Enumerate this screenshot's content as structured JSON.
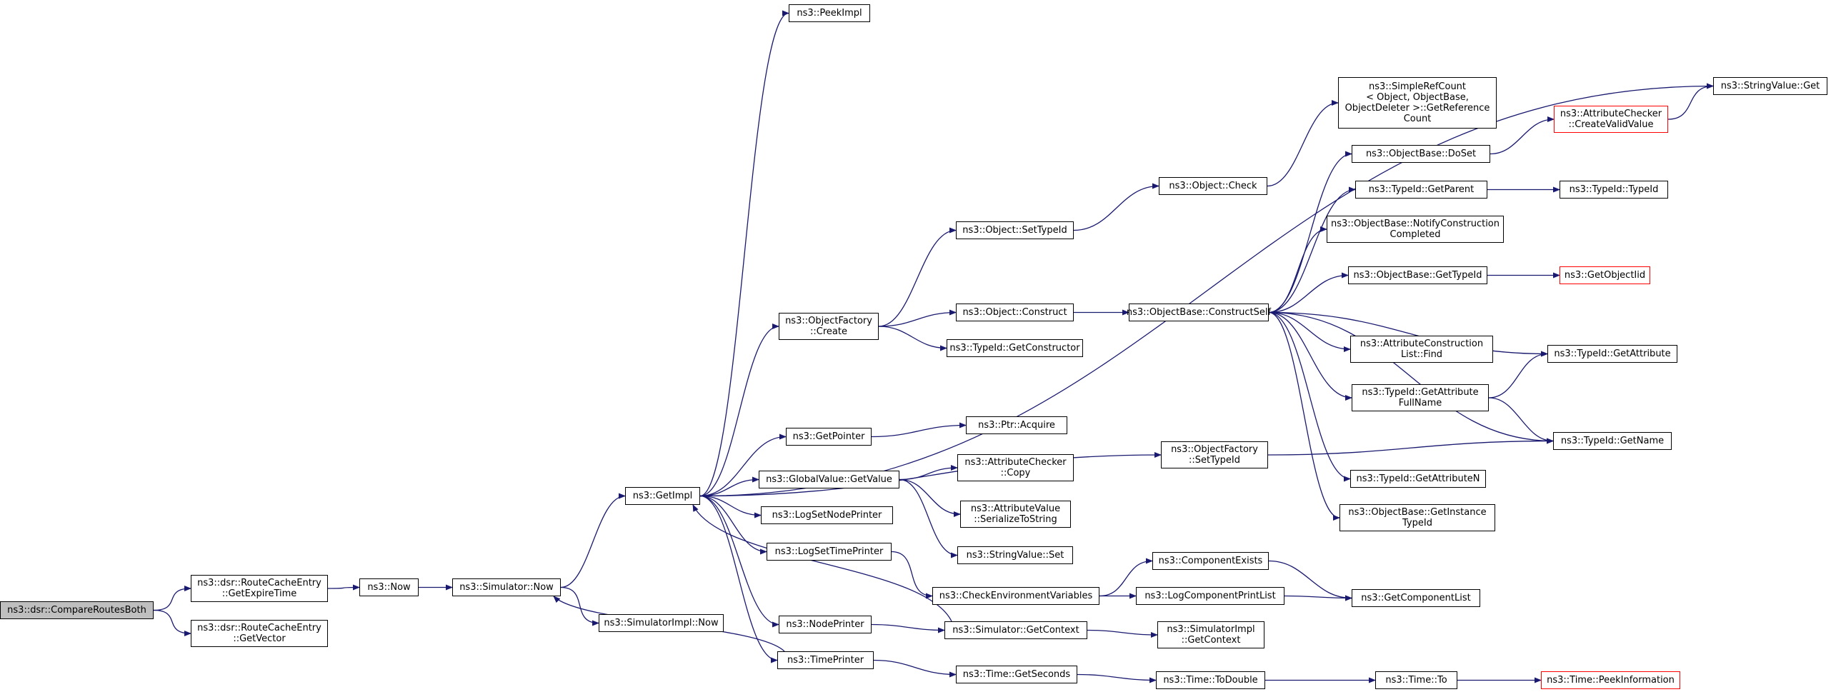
{
  "colors": {
    "edge": "#191970",
    "node_border": "#000000",
    "truncated_border": "#ff0000",
    "root_fill": "#bfbfbf"
  },
  "nodes": [
    {
      "id": "compare",
      "label": "ns3::dsr::CompareRoutesBoth",
      "style": "root"
    },
    {
      "id": "getexpire",
      "label": "ns3::dsr::RouteCacheEntry\n::GetExpireTime",
      "style": "normal"
    },
    {
      "id": "getvector",
      "label": "ns3::dsr::RouteCacheEntry\n::GetVector",
      "style": "normal"
    },
    {
      "id": "now",
      "label": "ns3::Now",
      "style": "normal"
    },
    {
      "id": "simnow",
      "label": "ns3::Simulator::Now",
      "style": "normal"
    },
    {
      "id": "simimplnow",
      "label": "ns3::SimulatorImpl::Now",
      "style": "normal"
    },
    {
      "id": "getimpl",
      "label": "ns3::GetImpl",
      "style": "normal"
    },
    {
      "id": "peekimpl",
      "label": "ns3::PeekImpl",
      "style": "normal"
    },
    {
      "id": "stringget",
      "label": "ns3::StringValue::Get",
      "style": "normal"
    },
    {
      "id": "ofcreate",
      "label": "ns3::ObjectFactory\n::Create",
      "style": "normal"
    },
    {
      "id": "objsettypeid",
      "label": "ns3::Object::SetTypeId",
      "style": "normal"
    },
    {
      "id": "objcheck",
      "label": "ns3::Object::Check",
      "style": "normal"
    },
    {
      "id": "simplerefcount",
      "label": "ns3::SimpleRefCount\n< Object, ObjectBase,\nObjectDeleter >::GetReference\nCount",
      "style": "normal"
    },
    {
      "id": "objconstruct",
      "label": "ns3::Object::Construct",
      "style": "normal"
    },
    {
      "id": "getconstructor",
      "label": "ns3::TypeId::GetConstructor",
      "style": "normal"
    },
    {
      "id": "constructself",
      "label": "ns3::ObjectBase::ConstructSelf",
      "style": "normal"
    },
    {
      "id": "doset",
      "label": "ns3::ObjectBase::DoSet",
      "style": "normal"
    },
    {
      "id": "createvalid",
      "label": "ns3::AttributeChecker\n::CreateValidValue",
      "style": "truncated"
    },
    {
      "id": "getparent",
      "label": "ns3::TypeId::GetParent",
      "style": "normal"
    },
    {
      "id": "typeidtypeid",
      "label": "ns3::TypeId::TypeId",
      "style": "normal"
    },
    {
      "id": "notifyconst",
      "label": "ns3::ObjectBase::NotifyConstruction\nCompleted",
      "style": "normal"
    },
    {
      "id": "obgettypeid",
      "label": "ns3::ObjectBase::GetTypeId",
      "style": "normal"
    },
    {
      "id": "getobjectiid",
      "label": "ns3::GetObjectIid",
      "style": "truncated"
    },
    {
      "id": "attrconstfind",
      "label": "ns3::AttributeConstruction\nList::Find",
      "style": "normal"
    },
    {
      "id": "getattribute",
      "label": "ns3::TypeId::GetAttribute",
      "style": "normal"
    },
    {
      "id": "getattrfull",
      "label": "ns3::TypeId::GetAttribute\nFullName",
      "style": "normal"
    },
    {
      "id": "getname",
      "label": "ns3::TypeId::GetName",
      "style": "normal"
    },
    {
      "id": "getattrn",
      "label": "ns3::TypeId::GetAttributeN",
      "style": "normal"
    },
    {
      "id": "getinstance",
      "label": "ns3::ObjectBase::GetInstance\nTypeId",
      "style": "normal"
    },
    {
      "id": "getpointer",
      "label": "ns3::GetPointer",
      "style": "normal"
    },
    {
      "id": "ptracquire",
      "label": "ns3::Ptr::Acquire",
      "style": "normal"
    },
    {
      "id": "ofsettypeid",
      "label": "ns3::ObjectFactory\n::SetTypeId",
      "style": "normal"
    },
    {
      "id": "gvgetvalue",
      "label": "ns3::GlobalValue::GetValue",
      "style": "normal"
    },
    {
      "id": "accopy",
      "label": "ns3::AttributeChecker\n::Copy",
      "style": "normal"
    },
    {
      "id": "avserialize",
      "label": "ns3::AttributeValue\n::SerializeToString",
      "style": "normal"
    },
    {
      "id": "stringset",
      "label": "ns3::StringValue::Set",
      "style": "normal"
    },
    {
      "id": "lognodeprinter",
      "label": "ns3::LogSetNodePrinter",
      "style": "normal"
    },
    {
      "id": "logtimeprinter",
      "label": "ns3::LogSetTimePrinter",
      "style": "normal"
    },
    {
      "id": "checkenv",
      "label": "ns3::CheckEnvironmentVariables",
      "style": "normal"
    },
    {
      "id": "compexists",
      "label": "ns3::ComponentExists",
      "style": "normal"
    },
    {
      "id": "logcompprint",
      "label": "ns3::LogComponentPrintList",
      "style": "normal"
    },
    {
      "id": "getcomplist",
      "label": "ns3::GetComponentList",
      "style": "normal"
    },
    {
      "id": "nodeprinter",
      "label": "ns3::NodePrinter",
      "style": "normal"
    },
    {
      "id": "simgetcontext",
      "label": "ns3::Simulator::GetContext",
      "style": "normal"
    },
    {
      "id": "simimplgetcontext",
      "label": "ns3::SimulatorImpl\n::GetContext",
      "style": "normal"
    },
    {
      "id": "timeprinter",
      "label": "ns3::TimePrinter",
      "style": "normal"
    },
    {
      "id": "getseconds",
      "label": "ns3::Time::GetSeconds",
      "style": "normal"
    },
    {
      "id": "todouble",
      "label": "ns3::Time::ToDouble",
      "style": "normal"
    },
    {
      "id": "timeto",
      "label": "ns3::Time::To",
      "style": "normal"
    },
    {
      "id": "peekinfo",
      "label": "ns3::Time::PeekInformation",
      "style": "truncated"
    }
  ],
  "edges": [
    [
      "compare",
      "getexpire"
    ],
    [
      "compare",
      "getvector"
    ],
    [
      "getexpire",
      "now"
    ],
    [
      "now",
      "simnow"
    ],
    [
      "simnow",
      "getimpl"
    ],
    [
      "simnow",
      "simimplnow"
    ],
    [
      "getimpl",
      "peekimpl"
    ],
    [
      "getimpl",
      "stringget"
    ],
    [
      "getimpl",
      "ofcreate"
    ],
    [
      "getimpl",
      "getpointer"
    ],
    [
      "getimpl",
      "ofsettypeid"
    ],
    [
      "getimpl",
      "gvgetvalue"
    ],
    [
      "getimpl",
      "lognodeprinter"
    ],
    [
      "getimpl",
      "logtimeprinter"
    ],
    [
      "getimpl",
      "nodeprinter"
    ],
    [
      "getimpl",
      "timeprinter"
    ],
    [
      "ofcreate",
      "objsettypeid"
    ],
    [
      "ofcreate",
      "objconstruct"
    ],
    [
      "ofcreate",
      "getconstructor"
    ],
    [
      "objsettypeid",
      "objcheck"
    ],
    [
      "objcheck",
      "simplerefcount"
    ],
    [
      "objconstruct",
      "constructself"
    ],
    [
      "constructself",
      "doset"
    ],
    [
      "constructself",
      "getparent"
    ],
    [
      "constructself",
      "notifyconst"
    ],
    [
      "constructself",
      "obgettypeid"
    ],
    [
      "constructself",
      "attrconstfind"
    ],
    [
      "constructself",
      "getattribute"
    ],
    [
      "constructself",
      "getattrfull"
    ],
    [
      "constructself",
      "getname"
    ],
    [
      "constructself",
      "getattrn"
    ],
    [
      "constructself",
      "getinstance"
    ],
    [
      "doset",
      "createvalid"
    ],
    [
      "createvalid",
      "stringget"
    ],
    [
      "getparent",
      "typeidtypeid"
    ],
    [
      "obgettypeid",
      "getobjectiid"
    ],
    [
      "getattrfull",
      "getattribute"
    ],
    [
      "getattrfull",
      "getname"
    ],
    [
      "ofsettypeid",
      "getname"
    ],
    [
      "getpointer",
      "ptracquire"
    ],
    [
      "gvgetvalue",
      "accopy"
    ],
    [
      "gvgetvalue",
      "avserialize"
    ],
    [
      "gvgetvalue",
      "stringset"
    ],
    [
      "logtimeprinter",
      "checkenv"
    ],
    [
      "checkenv",
      "compexists"
    ],
    [
      "checkenv",
      "logcompprint"
    ],
    [
      "compexists",
      "getcomplist"
    ],
    [
      "logcompprint",
      "getcomplist"
    ],
    [
      "nodeprinter",
      "simgetcontext"
    ],
    [
      "simgetcontext",
      "getimpl"
    ],
    [
      "simgetcontext",
      "simimplgetcontext"
    ],
    [
      "timeprinter",
      "simnow"
    ],
    [
      "timeprinter",
      "getseconds"
    ],
    [
      "getseconds",
      "todouble"
    ],
    [
      "todouble",
      "timeto"
    ],
    [
      "timeto",
      "peekinfo"
    ]
  ]
}
